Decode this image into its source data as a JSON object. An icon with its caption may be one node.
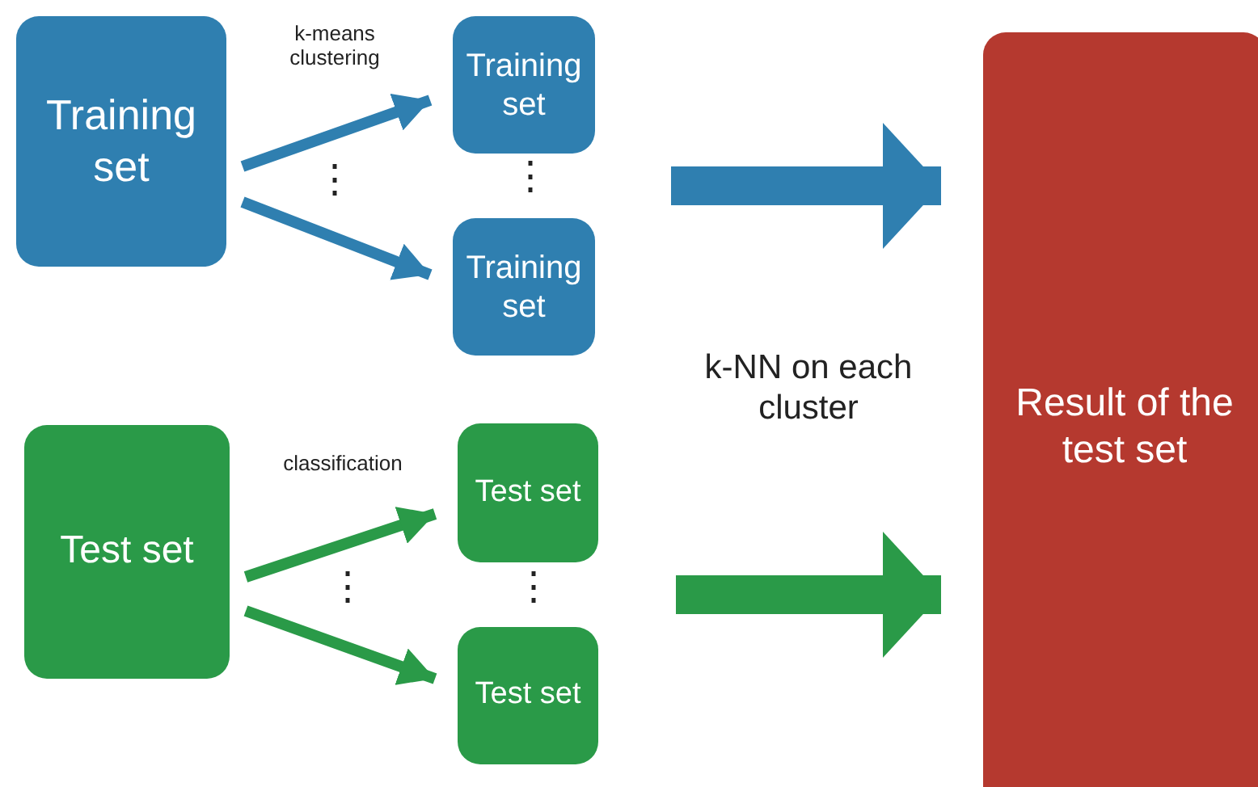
{
  "diagram": {
    "nodes": [
      {
        "text": [
          "Training set"
        ]
      },
      {
        "text": [
          "Training set"
        ]
      },
      {
        "text": [
          "Training set"
        ]
      },
      {
        "text": [
          "Test set"
        ]
      },
      {
        "text": [
          "Test set"
        ]
      },
      {
        "text": [
          "Test set"
        ]
      },
      {
        "text": [
          "Result of the test set"
        ]
      }
    ],
    "edges": [
      {
        "from": 0,
        "to": 1,
        "arrow": "to",
        "label": "k-means clustering",
        "color": "#2f7fb0"
      },
      {
        "from": 0,
        "to": 2,
        "arrow": "to",
        "color": "#2f7fb0"
      },
      {
        "from": 3,
        "to": 4,
        "arrow": "to",
        "label": "classification",
        "color": "#2a9a48"
      },
      {
        "from": 3,
        "to": 5,
        "arrow": "to",
        "color": "#2a9a48"
      },
      {
        "from": null,
        "to": 6,
        "arrow": "to",
        "style": "thick",
        "color": "#2f7fb0"
      },
      {
        "from": null,
        "to": 6,
        "arrow": "to",
        "style": "thick",
        "color": "#2a9a48"
      }
    ],
    "labels": [
      "⋮",
      "⋮",
      "k-NN on each cluster",
      "⋮",
      "⋮"
    ]
  }
}
